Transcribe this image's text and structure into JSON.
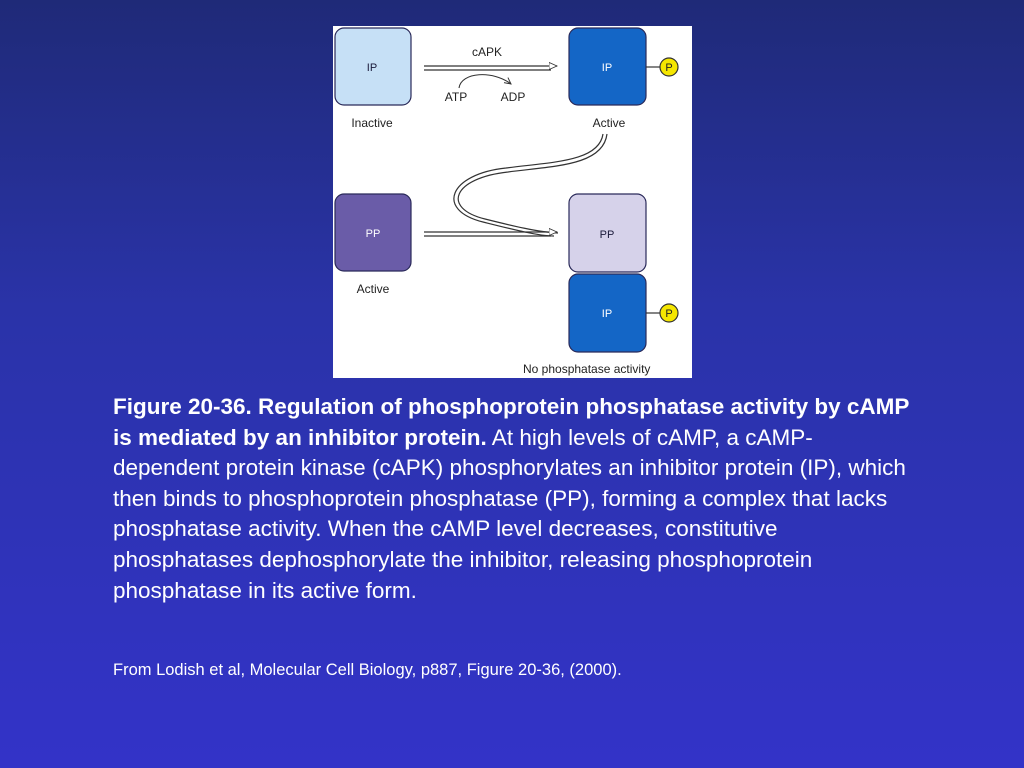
{
  "diagram": {
    "labels": {
      "ip_inactive_box": "IP",
      "inactive": "Inactive",
      "capk": "cAPK",
      "atp": "ATP",
      "adp": "ADP",
      "ip_active_box": "IP",
      "p_top": "P",
      "active_top": "Active",
      "pp_active_box": "PP",
      "active_left": "Active",
      "pp_complex_box": "PP",
      "ip_complex_box": "IP",
      "p_bottom": "P",
      "no_activity": "No phosphatase activity"
    },
    "colors": {
      "ip_inactive": "#c6e0f6",
      "ip_active": "#1466c6",
      "pp_active": "#6a5ca8",
      "pp_complex": "#d6d2ea",
      "phosphate": "#f5e600",
      "box_border": "#2a2a5a"
    }
  },
  "caption": {
    "bold": "Figure 20-36. Regulation of phosphoprotein phosphatase activity by cAMP is mediated by an inhibitor protein.",
    "body": " At high levels of cAMP, a cAMP-dependent protein kinase (cAPK) phosphorylates an inhibitor protein (IP), which then binds to phosphoprotein phosphatase (PP), forming a complex that lacks phosphatase activity. When the cAMP level decreases, constitutive phosphatases dephosphorylate the inhibitor, releasing phosphoprotein phosphatase in its active form."
  },
  "citation": "From Lodish et al, Molecular Cell Biology, p887, Figure 20-36, (2000)."
}
